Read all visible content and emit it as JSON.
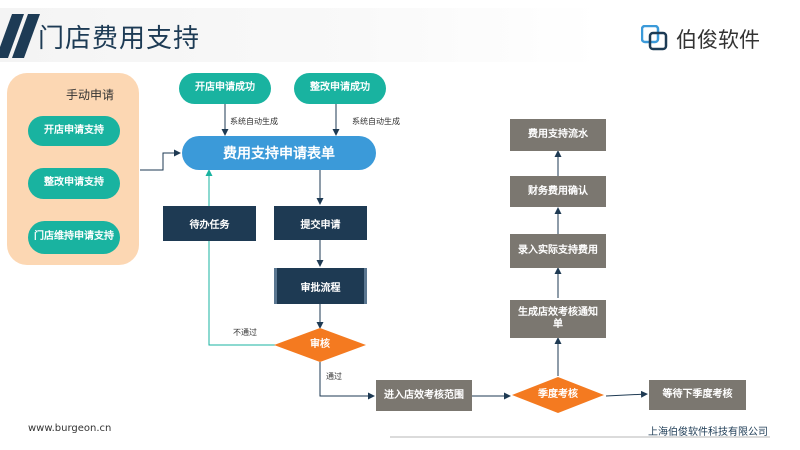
{
  "header": {
    "title": "门店费用支持",
    "logo_text": "伯俊软件"
  },
  "left_panel": {
    "title": "手动申请",
    "items": [
      "开店申请支持",
      "整改申请支持",
      "门店维持申请支持"
    ]
  },
  "top_nodes": {
    "open_success": "开店申请成功",
    "rectify_success": "整改申请成功"
  },
  "auto_label": "系统自动生成",
  "form_node": "费用支持申请表单",
  "pending_task": "待办任务",
  "submit": "提交申请",
  "approval_flow": "审批流程",
  "review": "审核",
  "not_pass": "不通过",
  "pass": "通过",
  "enter_scope": "进入店效考核范围",
  "quarterly_review": "季度考核",
  "wait_next": "等待下季度考核",
  "right_column": {
    "notice": "生成店效考核通知单",
    "record": "录入实际支持费用",
    "confirm": "财务费用确认",
    "flow": "费用支持流水"
  },
  "footer": {
    "url": "www.burgeon.cn",
    "company": "上海伯俊软件科技有限公司"
  },
  "colors": {
    "navy": "#1e3a53",
    "teal": "#19b3a0",
    "blue": "#3b9ad9",
    "orange": "#f47a20",
    "gray": "#7b7770",
    "peach": "#fcd7b3"
  }
}
